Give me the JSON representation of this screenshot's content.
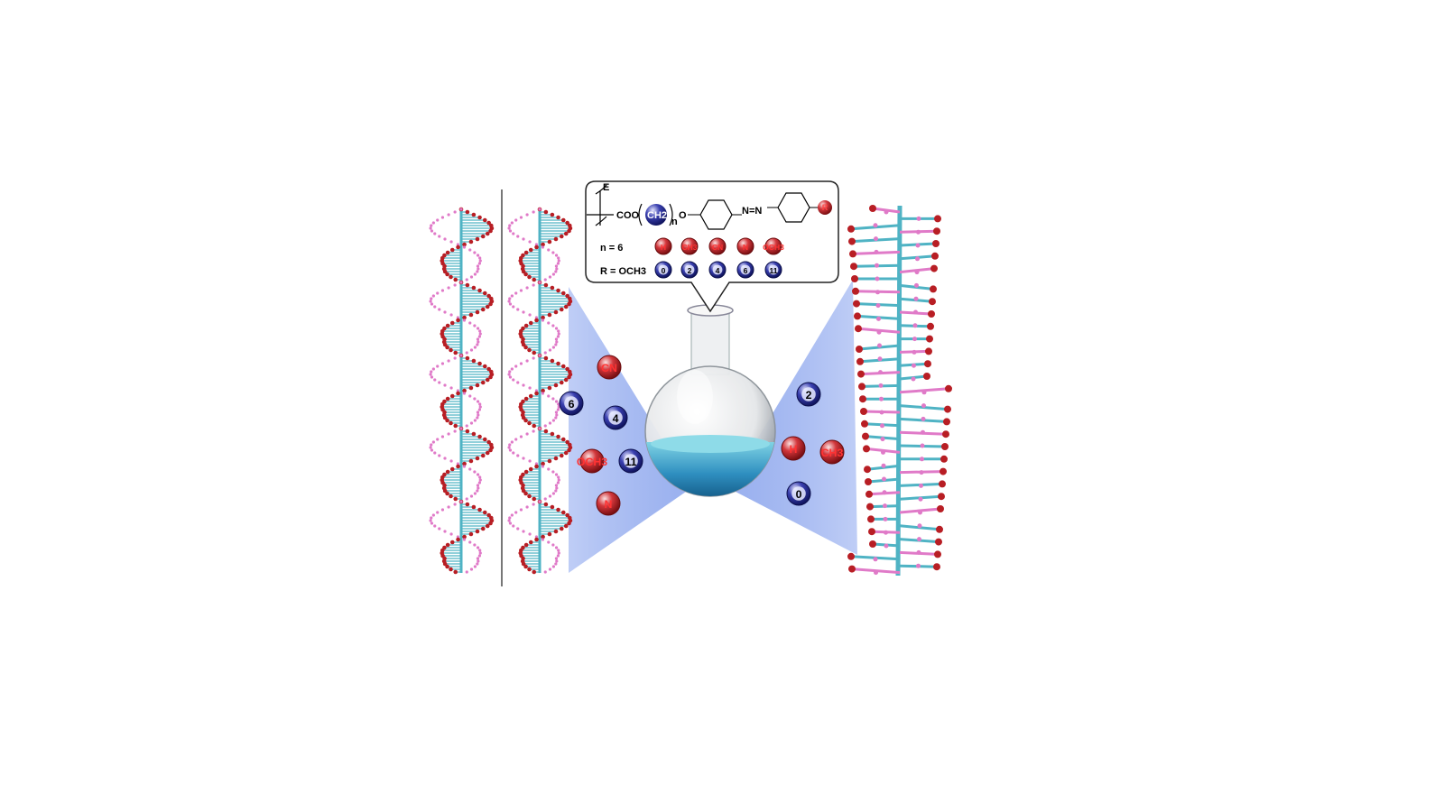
{
  "structure": {
    "end_group": "E",
    "ester": "COO",
    "spacer": "CH2",
    "spacer_sub": "n",
    "ether": "O",
    "azo": "N=N",
    "terminal": "R",
    "n_label": "n = 6",
    "r_label": "R = OCH3",
    "r_variants": [
      "H",
      "CH3",
      "CN",
      "N",
      "OCH3"
    ],
    "n_variants": [
      "0",
      "2",
      "4",
      "6",
      "11"
    ]
  },
  "left_group": {
    "red": [
      "CN",
      "OCH3",
      "N"
    ],
    "blue": [
      "6",
      "4",
      "11"
    ]
  },
  "right_group": {
    "red": [
      "H",
      "CH3"
    ],
    "blue": [
      "2",
      "0"
    ]
  },
  "colors": {
    "red_ball": "#c0262c",
    "blue_ball": "#2a2f8f",
    "helix_cyan": "#4fb3c4",
    "helix_pink": "#e07ac8",
    "beam": "#c9d6f7"
  }
}
